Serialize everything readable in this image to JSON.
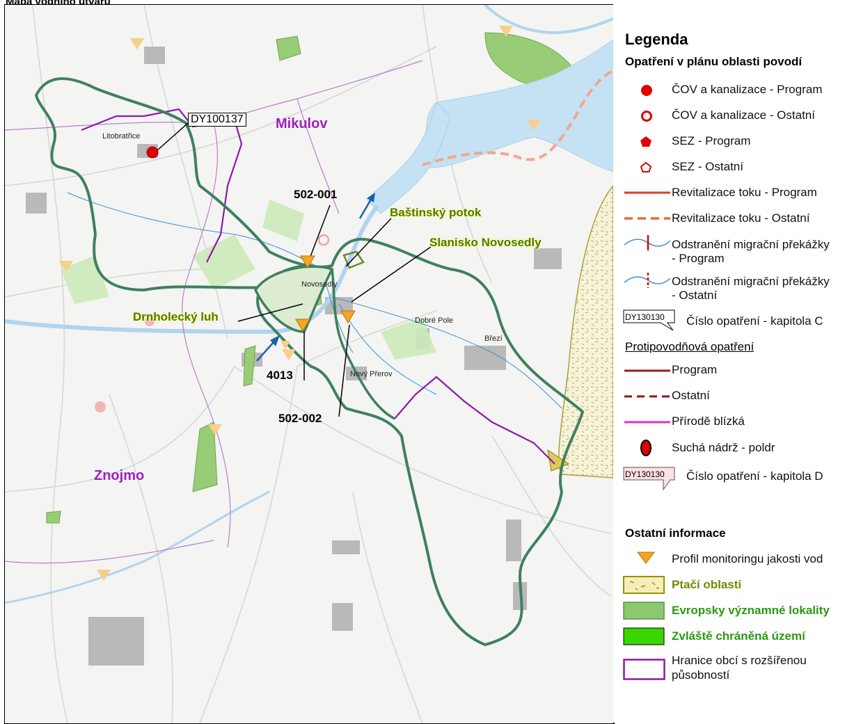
{
  "page": {
    "title": "Mapa vodního útvaru"
  },
  "map": {
    "districts": [
      "Mikulov",
      "Znojmo"
    ],
    "towns": [
      "Litobratřice",
      "Novosedly",
      "Dobré Pole",
      "Březí",
      "Nový Přerov"
    ],
    "measure_label": "DY100137",
    "callouts": [
      "502-001",
      "4013",
      "502-002"
    ],
    "nature_labels": [
      "Baštinský potok",
      "Slanisko Novosedly",
      "Drnholecký luh"
    ]
  },
  "legend": {
    "title": "Legenda",
    "section_measures": "Opatření v plánu oblasti povodí",
    "items": [
      {
        "label": "ČOV a kanalizace - Program",
        "icon": "filled-red-circle-icon"
      },
      {
        "label": "ČOV a kanalizace - Ostatní",
        "icon": "outlined-red-circle-icon"
      },
      {
        "label": "SEZ - Program",
        "icon": "filled-red-pentagon-icon"
      },
      {
        "label": "SEZ - Ostatní",
        "icon": "outlined-red-pentagon-icon"
      },
      {
        "label": "Revitalizace toku - Program",
        "icon": "solid-red-line-icon"
      },
      {
        "label": "Revitalizace toku - Ostatní",
        "icon": "dashed-red-line-icon"
      },
      {
        "label": "Odstranění migrační překážky",
        "label2": "- Program",
        "icon": "migration-barrier-program-icon"
      },
      {
        "label": "Odstranění migrační překážky",
        "label2": "- Ostatní",
        "icon": "migration-barrier-other-icon"
      }
    ],
    "measure_c": {
      "code": "DY130130",
      "label": "Číslo opatření - kapitola C"
    },
    "flood_title": "Protipovodňová opatření",
    "flood_items": [
      {
        "label": "Program",
        "icon": "solid-darkred-line-icon"
      },
      {
        "label": "Ostatní",
        "icon": "dashed-darkred-line-icon"
      },
      {
        "label": "Přírodě blízká",
        "icon": "magenta-line-icon"
      },
      {
        "label": "Suchá nádrž - poldr",
        "icon": "red-ellipse-icon"
      }
    ],
    "measure_d": {
      "code": "DY130130",
      "label": "Číslo opatření - kapitola D"
    },
    "other_title": "Ostatní informace",
    "other_items": [
      {
        "label": "Profil monitoringu jakosti vod",
        "icon": "orange-triangle-icon"
      },
      {
        "label": "Ptačí oblasti",
        "icon": "bird-area-patch-icon"
      },
      {
        "label": "Evropsky významné lokality",
        "icon": "green-patch-icon"
      },
      {
        "label": "Zvláště chráněná území",
        "icon": "bright-green-patch-icon"
      },
      {
        "label": "Hranice obcí s rozšířenou",
        "label2": "působností",
        "icon": "purple-boundary-patch-icon"
      }
    ],
    "colors": {
      "water_body_boundary": "#3f8060",
      "district_boundary": "#9b30b8",
      "water": "#c4e2f4",
      "measure_red": "#e00000",
      "monitoring": "#f5a623"
    }
  }
}
